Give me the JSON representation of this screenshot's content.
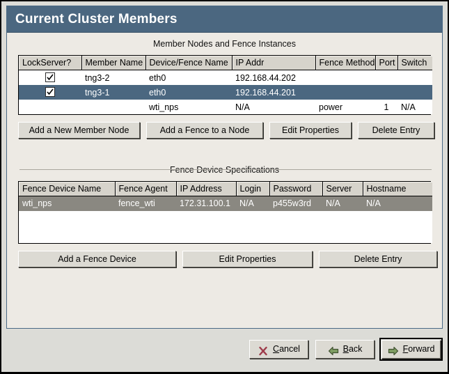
{
  "window": {
    "title": "Current Cluster Members"
  },
  "colors": {
    "titlebar_bg": "#4b6780",
    "panel_bg": "#edeae4",
    "dialog_bg": "#dcdcd7",
    "selection_active": "#4b6780",
    "selection_inactive": "#8a8881",
    "header_bg": "#d6d3cb",
    "cancel_icon": "#9e3b4a",
    "arrow_icon": "#7f9e63"
  },
  "members_section": {
    "caption": "Member Nodes and Fence Instances",
    "columns": [
      "LockServer?",
      "Member Name",
      "Device/Fence Name",
      "IP Addr",
      "Fence Method",
      "Port",
      "Switch"
    ],
    "rows": [
      {
        "selected": false,
        "lockserver_checked": true,
        "member_name": "tng3-2",
        "device_fence_name": "eth0",
        "ip_addr": "192.168.44.202",
        "fence_method": "",
        "port": "",
        "switch": ""
      },
      {
        "selected": true,
        "lockserver_checked": true,
        "member_name": "tng3-1",
        "device_fence_name": "eth0",
        "ip_addr": "192.168.44.201",
        "fence_method": "",
        "port": "",
        "switch": ""
      },
      {
        "selected": false,
        "lockserver_checked": false,
        "member_name": "",
        "device_fence_name": "wti_nps",
        "ip_addr": "N/A",
        "fence_method": "power",
        "port": "1",
        "switch": "N/A"
      }
    ],
    "buttons": [
      "Add a New Member Node",
      "Add a Fence to a Node",
      "Edit Properties",
      "Delete Entry"
    ]
  },
  "fence_section": {
    "caption": "Fence Device Specifications",
    "columns": [
      "Fence Device Name",
      "Fence Agent",
      "IP Address",
      "Login",
      "Password",
      "Server",
      "Hostname"
    ],
    "rows": [
      {
        "selected": true,
        "fence_device_name": "wti_nps",
        "fence_agent": "fence_wti",
        "ip_address": "172.31.100.1",
        "login": "N/A",
        "password": "p455w3rd",
        "server": "N/A",
        "hostname": "N/A"
      }
    ],
    "buttons": [
      "Add a Fence Device",
      "Edit Properties",
      "Delete Entry"
    ]
  },
  "footer": {
    "cancel": {
      "label_pre": "",
      "mnemonic": "C",
      "label_post": "ancel",
      "icon": "cancel-x-icon"
    },
    "back": {
      "label_pre": "",
      "mnemonic": "B",
      "label_post": "ack",
      "icon": "arrow-left-icon"
    },
    "forward": {
      "label_pre": "",
      "mnemonic": "F",
      "label_post": "orward",
      "icon": "arrow-right-icon",
      "focused": true
    }
  }
}
